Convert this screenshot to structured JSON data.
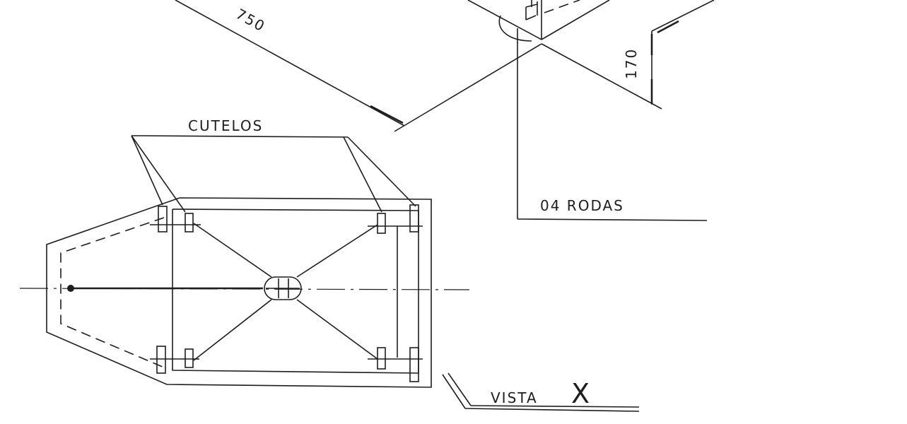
{
  "labels": {
    "dim_750": "750",
    "dim_170": "170",
    "cutelos": "CUTELOS",
    "rodas": "04 RODAS",
    "vista_word": "VISTA",
    "vista_letter": "X"
  },
  "colors": {
    "ink": "#1e1e1e",
    "paper": "#ffffff"
  }
}
